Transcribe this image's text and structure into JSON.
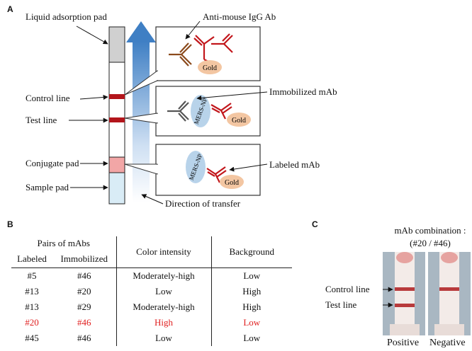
{
  "panels": {
    "a": "A",
    "b": "B",
    "c": "C"
  },
  "figure_a": {
    "strip_labels": {
      "liquid_pad": "Liquid adsorption pad",
      "control_line": "Control line",
      "test_line": "Test line",
      "conjugate_pad": "Conjugate pad",
      "sample_pad": "Sample pad"
    },
    "callouts": {
      "anti_mouse": "Anti-mouse IgG Ab",
      "immobilized": "Immobilized mAb",
      "labeled": "Labeled mAb",
      "direction": "Direction of transfer"
    },
    "particle_labels": {
      "gold": "Gold",
      "mers_np": "MERS-NP"
    },
    "colors": {
      "brown_ab": "#8b4a1c",
      "red_ab": "#c2171c",
      "gray_ab": "#555555",
      "gold": "#f3c6a2",
      "np": "#b8d3ea",
      "arrow": "#4a86c8",
      "control_line": "#b3151b",
      "conjugate_pad": "#f2a6a6",
      "sample_pad": "#d9ecf6",
      "liquid_pad": "#d0d0d0"
    }
  },
  "table_b": {
    "group_header": "Pairs of mAbs",
    "columns": [
      "Labeled",
      "Immobilized",
      "Color intensity",
      "Background"
    ],
    "rows": [
      {
        "labeled": "#5",
        "immobilized": "#46",
        "color": "Moderately-high",
        "background": "Low",
        "highlight": false
      },
      {
        "labeled": "#13",
        "immobilized": "#20",
        "color": "Low",
        "background": "High",
        "highlight": false
      },
      {
        "labeled": "#13",
        "immobilized": "#29",
        "color": "Moderately-high",
        "background": "High",
        "highlight": false
      },
      {
        "labeled": "#20",
        "immobilized": "#46",
        "color": "High",
        "background": "Low",
        "highlight": true
      },
      {
        "labeled": "#45",
        "immobilized": "#46",
        "color": "Low",
        "background": "Low",
        "highlight": false
      }
    ],
    "highlight_color": "#e02020"
  },
  "figure_c": {
    "title_line1": "mAb combination :",
    "title_line2": "(#20 / #46)",
    "control_line": "Control line",
    "test_line": "Test line",
    "positive": "Positive",
    "negative": "Negative"
  }
}
